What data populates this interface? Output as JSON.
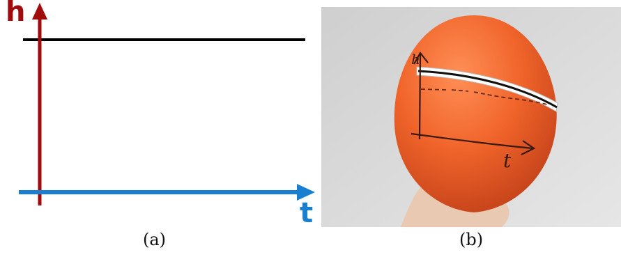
{
  "panel_a": {
    "y_axis_letter": "h",
    "x_axis_letter": "t",
    "caption": "(a)",
    "colors": {
      "y_axis": "#a00c0c",
      "x_axis": "#1a7fd1",
      "level_line": "#000000"
    }
  },
  "panel_b": {
    "caption": "(b)",
    "handwritten_y": "h",
    "handwritten_x": "t",
    "colors": {
      "balloon": "#f0642a",
      "background": "#d8d8d8",
      "band": "#ffffff"
    }
  }
}
